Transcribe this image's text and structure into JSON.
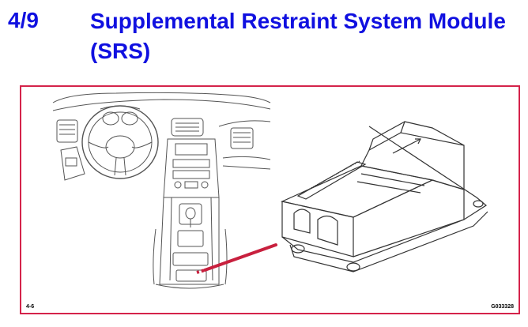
{
  "header": {
    "section_number": "4/9",
    "title": "Supplemental Restraint System Module (SRS)"
  },
  "figure": {
    "reference_label": "4-6",
    "code_label": "G033328"
  },
  "colors": {
    "title_blue": "#1010e0",
    "frame_red": "#d4234a",
    "pointer_red": "#c8203e",
    "line_art": "#444444"
  }
}
